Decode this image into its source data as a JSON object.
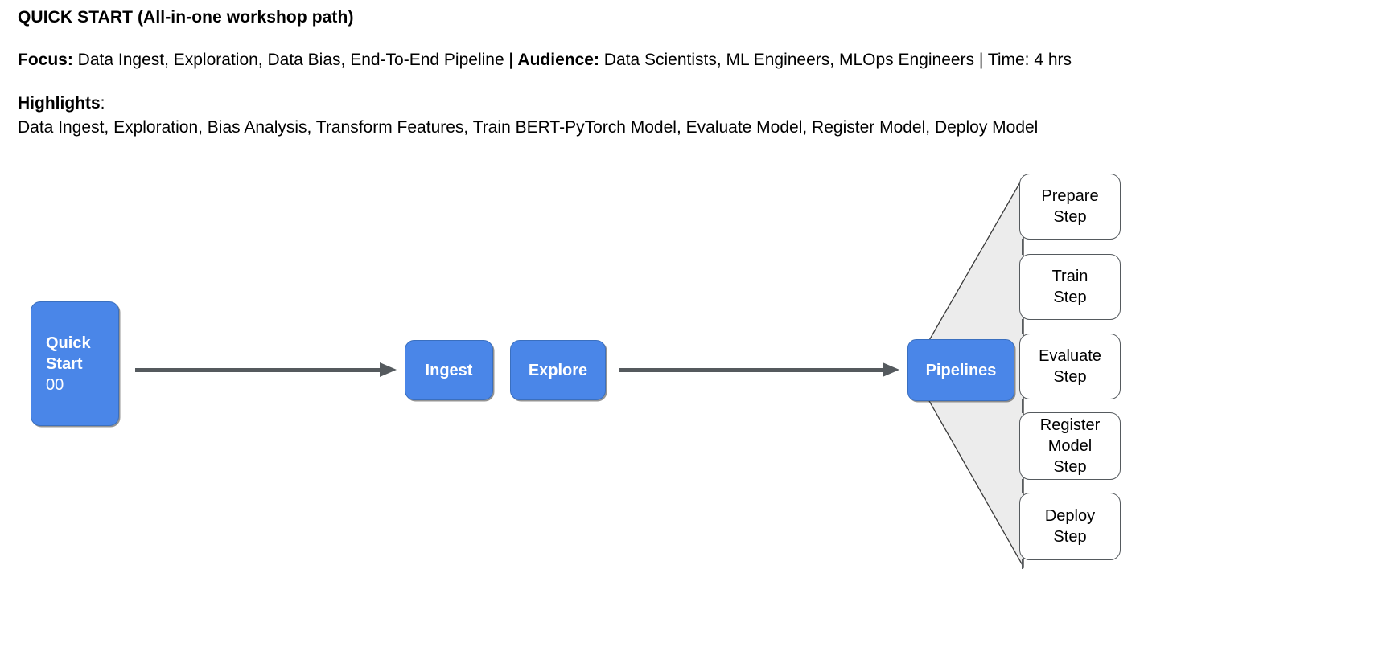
{
  "header": {
    "title": "QUICK START (All-in-one workshop path)",
    "focus_label": "Focus:",
    "focus_value": " Data Ingest, Exploration, Data Bias, End-To-End Pipeline ",
    "separator_1": "| ",
    "audience_label": "Audience:",
    "audience_value": " Data Scientists, ML Engineers, MLOps Engineers | Time: 4 hrs",
    "highlights_label": "Highlights",
    "highlights_colon": ":",
    "highlights_value": "Data Ingest, Exploration, Bias Analysis, Transform Features, Train BERT-PyTorch Model, Evaluate Model, Register Model, Deploy Model"
  },
  "diagram": {
    "nodes": {
      "quick_start": {
        "title_line1": "Quick",
        "title_line2": "Start",
        "number": "00"
      },
      "ingest": {
        "label": "Ingest"
      },
      "explore": {
        "label": "Explore"
      },
      "pipelines": {
        "label": "Pipelines"
      }
    },
    "steps": [
      {
        "line1": "Prepare",
        "line2": "Step",
        "line3": ""
      },
      {
        "line1": "Train",
        "line2": "Step",
        "line3": ""
      },
      {
        "line1": "Evaluate",
        "line2": "Step",
        "line3": ""
      },
      {
        "line1": "Register",
        "line2": "Model",
        "line3": "Step"
      },
      {
        "line1": "Deploy",
        "line2": "Step",
        "line3": ""
      }
    ],
    "colors": {
      "node_blue": "#4a86e8",
      "node_blue_border": "#3a6fbf",
      "arrow_gray": "#555a5e",
      "fan_fill": "#ececec",
      "fan_stroke": "#3a3a3a",
      "step_border": "#555a5e",
      "step_fill": "#ffffff",
      "text_dark": "#000000",
      "text_light": "#ffffff"
    }
  }
}
